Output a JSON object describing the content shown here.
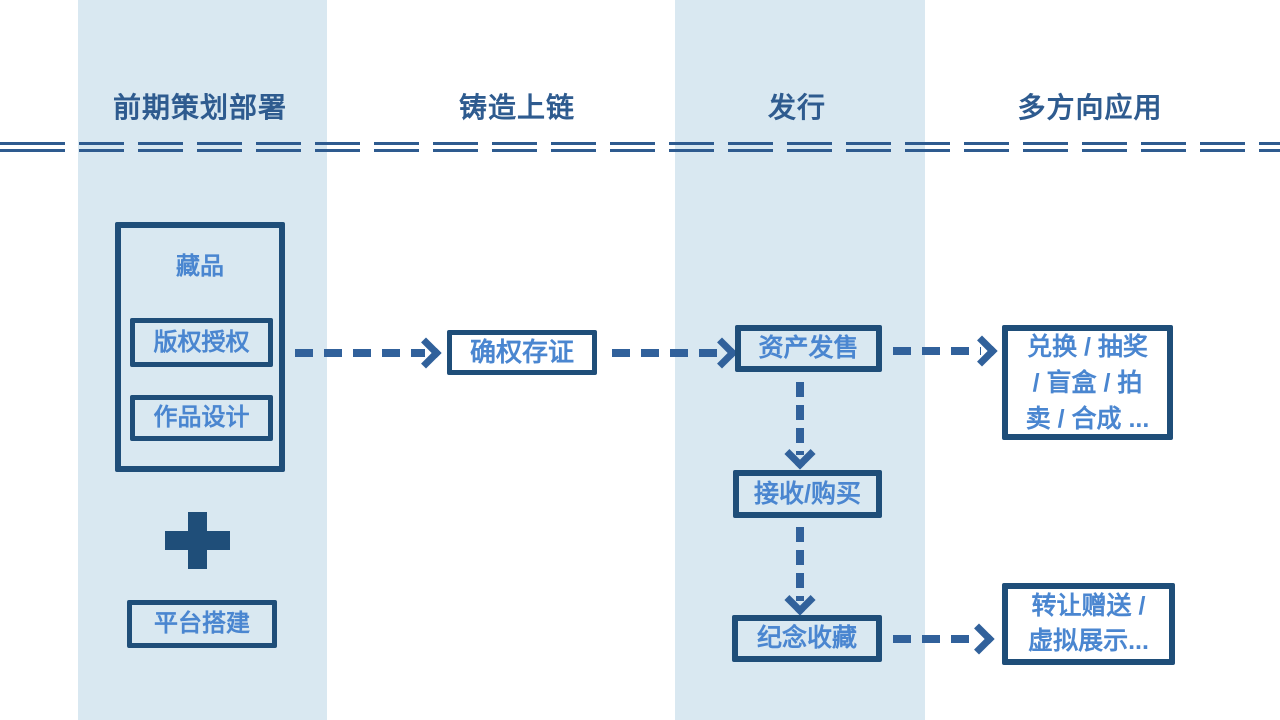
{
  "columns": [
    {
      "label": "前期策划部署"
    },
    {
      "label": "铸造上链"
    },
    {
      "label": "发行"
    },
    {
      "label": "多方向应用"
    }
  ],
  "planning": {
    "group_title": "藏品",
    "item_copyright": "版权授权",
    "item_design": "作品设计",
    "plus_icon": "plus",
    "platform": "平台搭建"
  },
  "minting": {
    "box": "确权存证"
  },
  "issuance": {
    "box_sale": "资产发售",
    "box_receive": "接收/购买",
    "box_collect": "纪念收藏"
  },
  "applications": {
    "box_top": "兑换 / 抽奖\n/ 盲盒 / 拍\n卖 / 合成 ...",
    "box_bottom": "转让赠送 /\n虚拟展示..."
  },
  "colors": {
    "band_fill": "#d9e8f1",
    "box_border": "#1f4e79",
    "header_text": "#2e5b8f",
    "box_text": "#4a86d0",
    "arrow": "#31619b",
    "background": "#ffffff"
  }
}
